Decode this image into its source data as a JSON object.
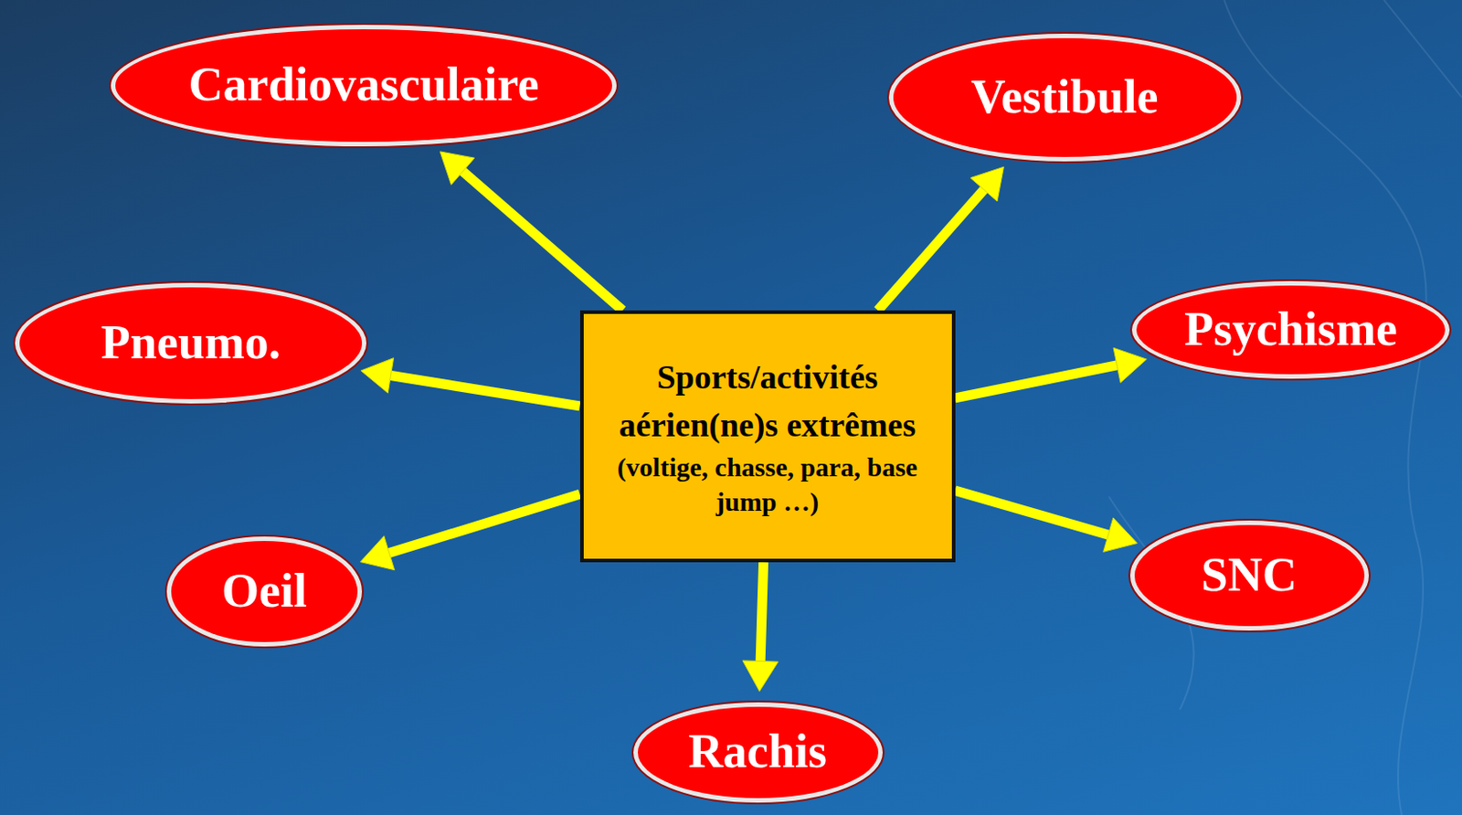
{
  "diagram": {
    "nodes": [
      {
        "text": [
          "Cardiovasculaire"
        ]
      },
      {
        "text": [
          "Vestibule"
        ]
      },
      {
        "text": [
          "Pneumo."
        ]
      },
      {
        "text": [
          "Sports/activités aérien(ne)s extrêmes",
          "(voltige, chasse, para, base jump …)"
        ]
      },
      {
        "text": [
          "Psychisme"
        ]
      },
      {
        "text": [
          "Oeil"
        ]
      },
      {
        "text": [
          "SNC"
        ]
      },
      {
        "text": [
          "Rachis"
        ]
      }
    ],
    "edges": [
      {
        "from": 3,
        "to": 0,
        "arrow": "to"
      },
      {
        "from": 3,
        "to": 1,
        "arrow": "to"
      },
      {
        "from": 3,
        "to": 2,
        "arrow": "to"
      },
      {
        "from": 3,
        "to": 4,
        "arrow": "to"
      },
      {
        "from": 3,
        "to": 5,
        "arrow": "to"
      },
      {
        "from": 3,
        "to": 6,
        "arrow": "to"
      },
      {
        "from": 3,
        "to": 7,
        "arrow": "to"
      }
    ]
  }
}
